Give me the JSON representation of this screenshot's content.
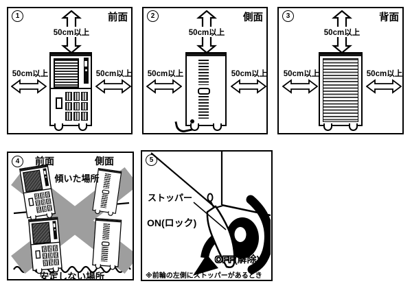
{
  "figure": {
    "panels": [
      {
        "number": "1",
        "title": "前面",
        "clearance_top": "50cm以上",
        "clearance_left": "50cm以上",
        "clearance_right": "50cm以上"
      },
      {
        "number": "2",
        "title": "側面",
        "clearance_top": "50cm以上",
        "clearance_left": "50cm以上",
        "clearance_right": "50cm以上"
      },
      {
        "number": "3",
        "title": "背面",
        "clearance_top": "50cm以上",
        "clearance_left": "50cm以上",
        "clearance_right": "50cm以上"
      },
      {
        "number": "4",
        "label_front": "前面",
        "label_side": "側面",
        "label_tilted": "傾いた場所",
        "label_unstable": "安定しない場所"
      },
      {
        "number": "5",
        "label_stopper": "ストッパー",
        "label_on": "ON(ロック)",
        "label_off": "OFF",
        "label_off_state": "(解除)",
        "note": "※前輪の左側にストッパーがあるとき"
      }
    ],
    "colors": {
      "ink": "#000000",
      "background": "#ffffff",
      "x_mark": "#9e9e9e",
      "grille_dark": "#3d3d3d"
    }
  }
}
